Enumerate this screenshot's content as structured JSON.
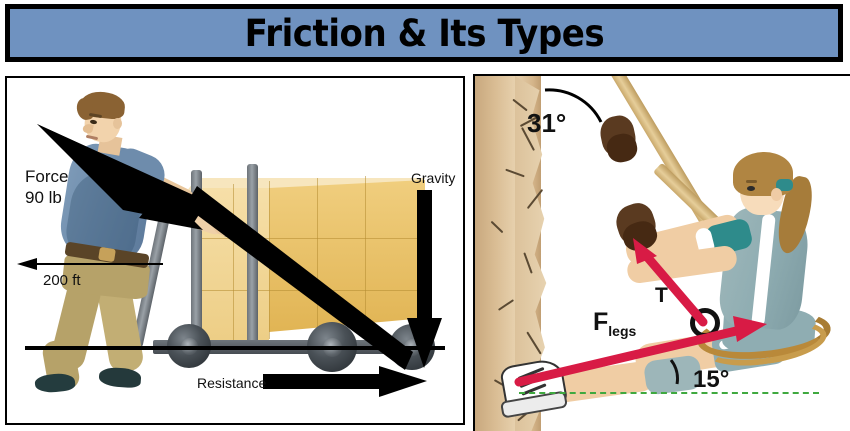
{
  "header": {
    "title": "Friction & Its Types",
    "background_color": "#6F92C0",
    "border_color": "#000000",
    "text_color": "#000000"
  },
  "panels": {
    "left": {
      "name": "man-pushing-cart-diagram",
      "description": "Man pushing a loaded hand cart along the ground",
      "labels": {
        "force": "Force",
        "force_value": "90 lb",
        "distance": "200 ft",
        "gravity": "Gravity",
        "resistance": "Resistance"
      },
      "arrows": [
        {
          "name": "force-arrow",
          "label": "Force 90 lb",
          "direction": "up-left",
          "color": "#000000"
        },
        {
          "name": "distance-arrow",
          "label": "200 ft",
          "direction": "left",
          "color": "#000000"
        },
        {
          "name": "gravity-arrow",
          "label": "Gravity",
          "direction": "down",
          "color": "#000000"
        },
        {
          "name": "resistance-arrow",
          "label": "Resistance",
          "direction": "right",
          "color": "#000000"
        }
      ]
    },
    "right": {
      "name": "rock-climber-force-diagram",
      "description": "Climber bracing feet on a rock wall while holding a rope",
      "labels": {
        "rope_angle": "31°",
        "tension": "T",
        "legs_force": "F",
        "legs_force_sub": "legs",
        "legs_angle": "15°"
      },
      "arrows": [
        {
          "name": "tension-arrow",
          "label": "T",
          "direction": "up-left",
          "color": "#D81B45"
        },
        {
          "name": "legs-force-arrow",
          "label": "Flegs",
          "direction": "right",
          "color": "#D81B45"
        }
      ],
      "reference_line": {
        "name": "horizontal-reference-line",
        "style": "dashed",
        "color": "#3FA93F"
      }
    }
  }
}
